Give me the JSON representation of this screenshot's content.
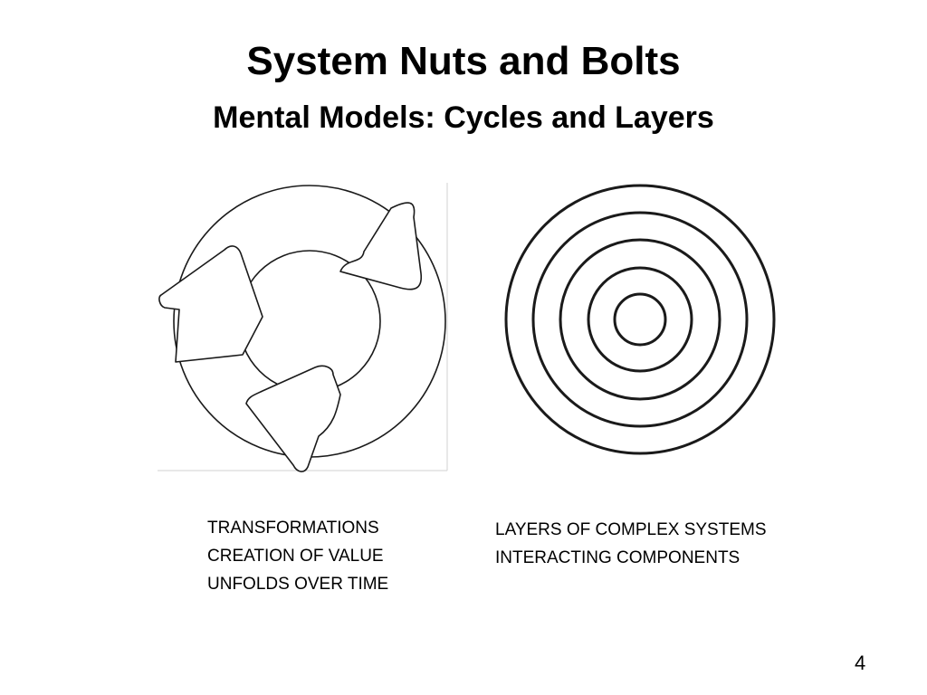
{
  "slide": {
    "title": "System Nuts and Bolts",
    "subtitle": "Mental Models: Cycles and Layers",
    "page_number": "4"
  },
  "cycle_figure": {
    "icon": "cycle-arrows-icon",
    "caption": [
      "TRANSFORMATIONS",
      "CREATION OF VALUE",
      "UNFOLDS OVER TIME"
    ]
  },
  "layers_figure": {
    "icon": "concentric-circles-icon",
    "ring_count": 5,
    "caption": [
      "LAYERS OF COMPLEX SYSTEMS",
      "INTERACTING COMPONENTS"
    ]
  },
  "colors": {
    "text": "#000000",
    "line": "#1a1a1a",
    "background": "#ffffff"
  }
}
